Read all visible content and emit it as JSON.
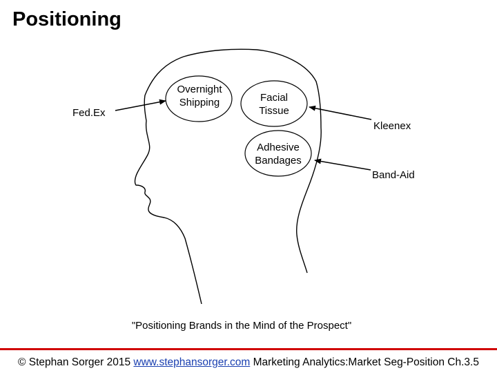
{
  "title": "Positioning",
  "labels": {
    "overnight_shipping": "Overnight Shipping",
    "facial_tissue": "Facial Tissue",
    "adhesive_bandages": "Adhesive Bandages"
  },
  "brands": {
    "fedex": "Fed.Ex",
    "kleenex": "Kleenex",
    "band_aid": "Band-Aid"
  },
  "caption": "\"Positioning Brands in the Mind of the Prospect\"",
  "footer": {
    "copyright": "© Stephan Sorger 2015",
    "link": "www.stephansorger.com",
    "suffix": "Marketing Analytics:Market Seg-Position Ch.3.5"
  },
  "colors": {
    "footer_rule": "#d00000",
    "link": "#1a3fb0"
  }
}
